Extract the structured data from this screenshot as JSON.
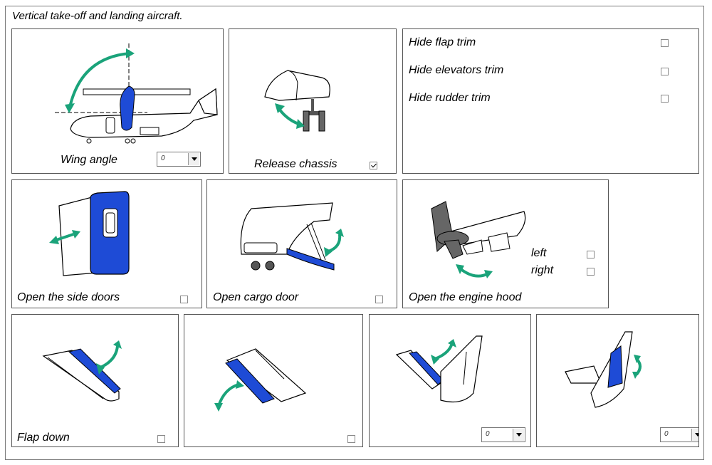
{
  "title": "Vertical take-off and landing aircraft.",
  "panels": {
    "wing": {
      "label": "Wing angle",
      "select_value": "0"
    },
    "chassis": {
      "label": "Release chassis",
      "checked": true
    },
    "trims": {
      "items": [
        {
          "label": "Hide flap trim",
          "checked": false
        },
        {
          "label": "Hide elevators trim",
          "checked": false
        },
        {
          "label": "Hide rudder trim",
          "checked": false
        }
      ]
    },
    "side_doors": {
      "label": "Open the side doors",
      "checked": false
    },
    "cargo_door": {
      "label": "Open cargo door",
      "checked": false
    },
    "engine_hood": {
      "label": "Open the engine hood",
      "left_label": "left",
      "right_label": "right",
      "left_checked": false,
      "right_checked": false
    },
    "flap": {
      "label": "Flap down",
      "checked": false
    },
    "aileron": {
      "checked": false
    },
    "elevator": {
      "select_value": "0"
    },
    "rudder": {
      "select_value": "0"
    }
  },
  "colors": {
    "accent_blue": "#1e4bd6",
    "arrow_green": "#1aa37a"
  }
}
